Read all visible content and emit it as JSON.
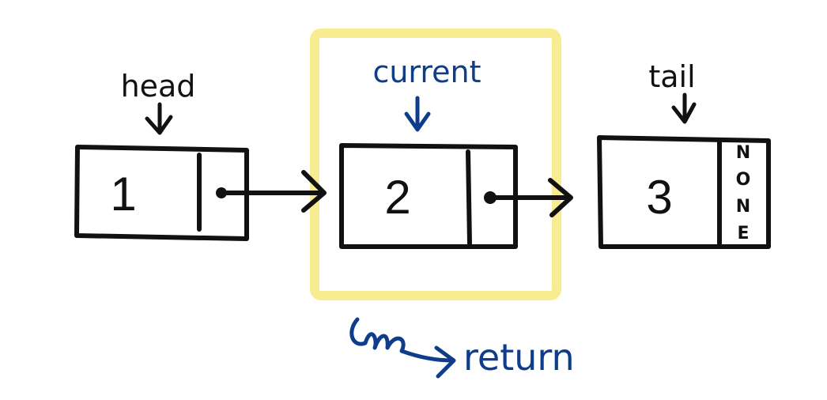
{
  "colors": {
    "ink": "#111111",
    "accent_ink": "#0f3d8c",
    "highlight_border": "#f7ec8f"
  },
  "nodes": [
    {
      "value": "1",
      "pointer": "head",
      "next": "dot"
    },
    {
      "value": "2",
      "pointer": "current",
      "next": "dot",
      "highlighted": true
    },
    {
      "value": "3",
      "pointer": "tail",
      "next": "NONE"
    }
  ],
  "labels": {
    "head": "head",
    "current": "current",
    "tail": "tail",
    "none_letters": [
      "N",
      "O",
      "N",
      "E"
    ],
    "return": "return",
    "return_icon": "scribble-arrow-icon"
  }
}
